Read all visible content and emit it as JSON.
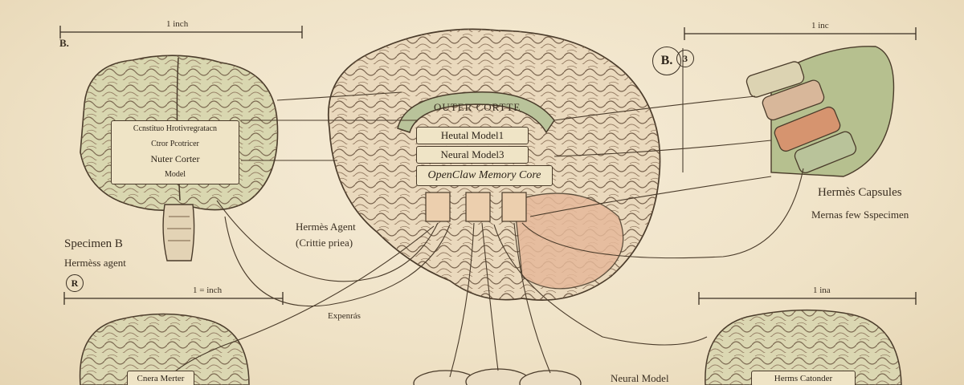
{
  "scale_bars": {
    "top_left": "1 inch",
    "top_right": "1 inc",
    "bottom_left": "1 = inch",
    "bottom_right": "1 ina"
  },
  "badges": {
    "top_left_letter": "B.",
    "top_right_badge": "B.",
    "top_right_badge_num": "3",
    "bottom_left_badge": "R"
  },
  "left_brain": {
    "plate_lines": [
      "Ccnstituo Hrotivregratacn",
      "Ctror Pcotricer",
      "Nuter Corter",
      "Model"
    ],
    "caption_line1": "Specimen B",
    "caption_line2": "Hermèss agent"
  },
  "center_brain": {
    "arch_label": "OUTER CORTTE",
    "plates": [
      "Heutal Model1",
      "Neural Model3",
      "OpenClaw Memory Core"
    ],
    "agent_label": "Hermès Agent",
    "agent_sub": "(Crittie priea)",
    "expansion_label": "Expenrás"
  },
  "right_panel": {
    "capsules_label": "Hermès Capsules",
    "specimen_label": "Mernas few Sspecimen"
  },
  "bottom": {
    "left_plate": "Cnera Merter",
    "right_plate": "Herms Catonder",
    "center_label": "Neural Model"
  }
}
